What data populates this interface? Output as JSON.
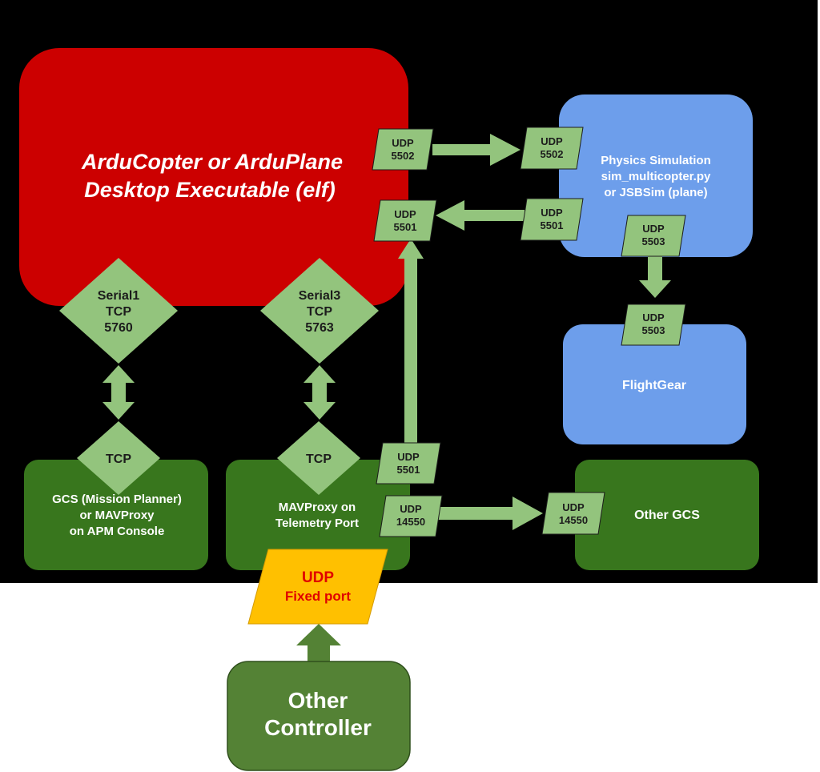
{
  "elf": {
    "line1": "ArduCopter or ArduPlane",
    "line2": "Desktop Executable (elf)"
  },
  "physics": {
    "line1": "Physics Simulation",
    "line2": "sim_multicopter.py",
    "line3": "or JSBSim (plane)"
  },
  "flightgear": {
    "label": "FlightGear"
  },
  "gcs_mp": {
    "line1": "GCS (Mission Planner)",
    "line2": "or MAVProxy",
    "line3": "on APM Console"
  },
  "mavproxy": {
    "line1": "MAVProxy on",
    "line2": "Telemetry Port"
  },
  "other_gcs": {
    "label": "Other GCS"
  },
  "serial1": {
    "line1": "Serial1",
    "line2": "TCP",
    "line3": "5760"
  },
  "serial3": {
    "line1": "Serial3",
    "line2": "TCP",
    "line3": "5763"
  },
  "tcp_left": {
    "label": "TCP"
  },
  "tcp_right": {
    "label": "TCP"
  },
  "ports": {
    "p5502_out": {
      "proto": "UDP",
      "num": "5502"
    },
    "p5502_in": {
      "proto": "UDP",
      "num": "5502"
    },
    "p5501_elf": {
      "proto": "UDP",
      "num": "5501"
    },
    "p5501_phys": {
      "proto": "UDP",
      "num": "5501"
    },
    "p5503_phys": {
      "proto": "UDP",
      "num": "5503"
    },
    "p5503_fg": {
      "proto": "UDP",
      "num": "5503"
    },
    "p5501_mav": {
      "proto": "UDP",
      "num": "5501"
    },
    "p14550_mav": {
      "proto": "UDP",
      "num": "14550"
    },
    "p14550_gcs": {
      "proto": "UDP",
      "num": "14550"
    }
  },
  "fixed_port": {
    "line1": "UDP",
    "line2": "Fixed port"
  },
  "other_controller": {
    "line1": "Other",
    "line2": "Controller"
  },
  "colors": {
    "background": "#000000",
    "elf_red": "#cc0000",
    "sim_blue": "#6d9eeb",
    "gcs_green": "#38761d",
    "light_green": "#93c47d",
    "fixed_port_yellow": "#ffc000",
    "fixed_port_text": "#e00000",
    "controller_green": "#548235"
  }
}
